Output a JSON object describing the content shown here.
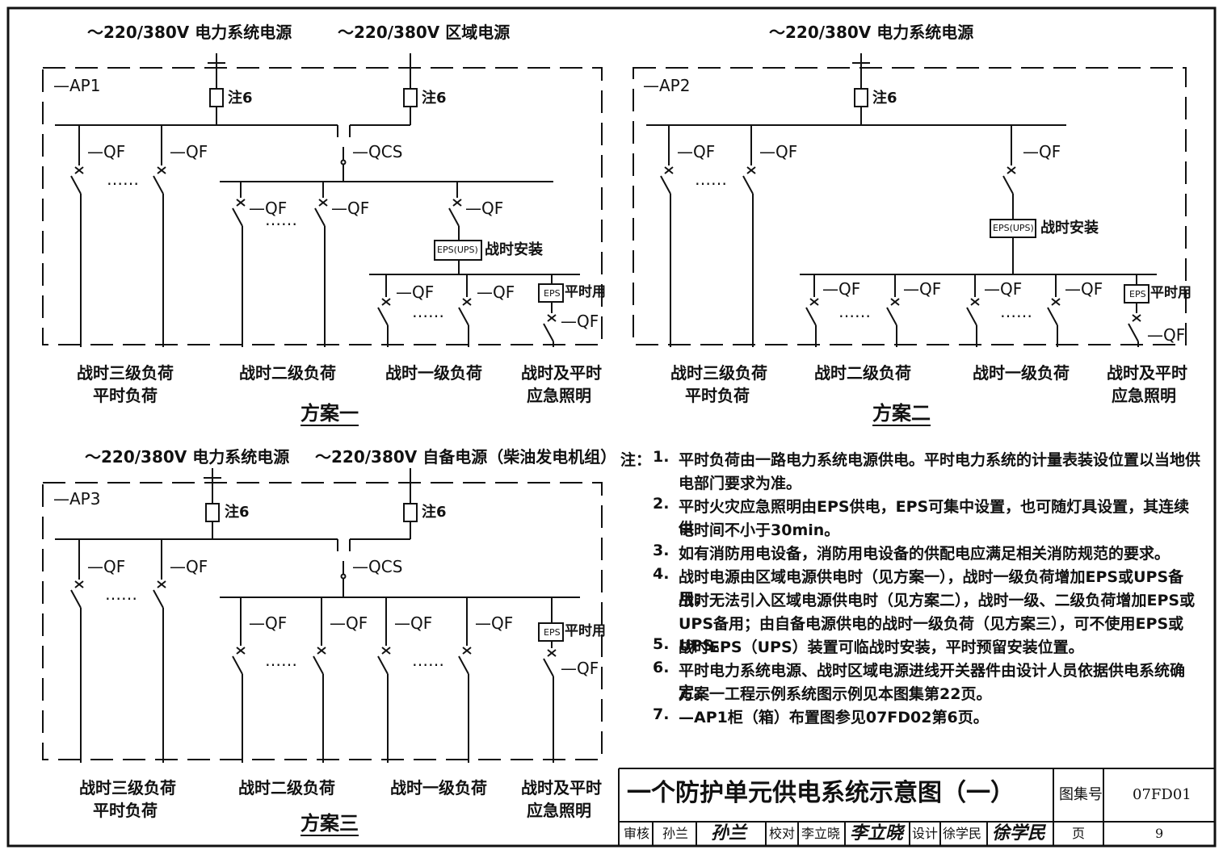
{
  "sources": {
    "s1_grid": "～220/380V  电力系统电源",
    "s1_regional": "～220/380V  区域电源",
    "s2_grid": "～220/380V  电力系统电源",
    "s3_grid": "～220/380V  电力系统电源",
    "s3_backup": "～220/380V  自备电源（柴油发电机组）"
  },
  "panels": {
    "ap1": "—AP1",
    "ap2": "—AP2",
    "ap3": "—AP3"
  },
  "devices": {
    "qf": "—QF",
    "qcs": "—QCS",
    "note6": "注6",
    "eps_ups": "EPS(UPS)",
    "eps": "EPS",
    "wartime_install": "战时安装",
    "peacetime_use": "平时用",
    "dots": "……"
  },
  "loads": {
    "third_line1": "战时三级负荷",
    "third_line2": "平时负荷",
    "second": "战时二级负荷",
    "first": "战时一级负荷",
    "emg_line1": "战时及平时",
    "emg_line2": "应急照明"
  },
  "schemes": {
    "one": "方案一",
    "two": "方案二",
    "three": "方案三"
  },
  "notes": {
    "label": "注：",
    "items": [
      {
        "num": "1.",
        "lines": [
          "平时负荷由一路电力系统电源供电。平时电力系统的计量表装设位置以当地供",
          "电部门要求为准。"
        ]
      },
      {
        "num": "2.",
        "lines": [
          "平时火灾应急照明由EPS供电，EPS可集中设置，也可随灯具设置，其连续供",
          "电时间不小于30min。"
        ]
      },
      {
        "num": "3.",
        "lines": [
          "如有消防用电设备，消防用电设备的供配电应满足相关消防规范的要求。"
        ]
      },
      {
        "num": "4.",
        "lines": [
          "战时电源由区域电源供电时（见方案一），战时一级负荷增加EPS或UPS备用；",
          "战时无法引入区域电源供电时（见方案二），战时一级、二级负荷增加EPS或",
          "UPS备用；由自备电源供电的战时一级负荷（见方案三），可不使用EPS或UPS。"
        ]
      },
      {
        "num": "5.",
        "lines": [
          "战时EPS（UPS）装置可临战时安装，平时预留安装位置。"
        ]
      },
      {
        "num": "6.",
        "lines": [
          "平时电力系统电源、战时区域电源进线开关器件由设计人员依据供电系统确定。",
          "方案一工程示例系统图示例见本图集第22页。"
        ]
      },
      {
        "num": "7.",
        "lines": [
          "—AP1柜（箱）布置图参见07FD02第6页。"
        ]
      }
    ]
  },
  "title_block": {
    "title": "一个防护单元供电系统示意图（一）",
    "atlas_label": "图集号",
    "atlas_no": "07FD01",
    "review_label": "审核",
    "review_name": "孙兰",
    "review_sig": "孙兰",
    "check_label": "校对",
    "check_name": "李立晓",
    "check_sig": "李立晓",
    "design_label": "设计",
    "design_name": "徐学民",
    "design_sig": "徐学民",
    "page_label": "页",
    "page_no": "9"
  }
}
